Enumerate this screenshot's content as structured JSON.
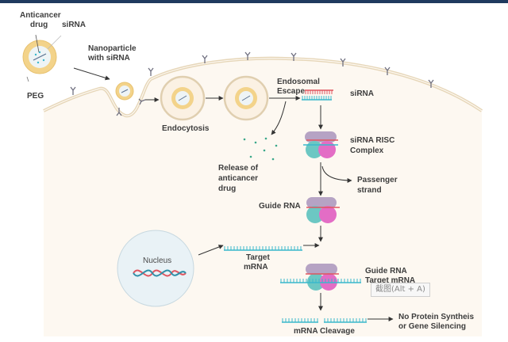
{
  "figure": {
    "title": "siRNA nanoparticle delivery and RNA interference mechanism",
    "colors": {
      "cytoplasm": "#fdf8f1",
      "membrane": "#e6d6b8",
      "lipid_shell": "#f3d38a",
      "sense_strand": "#e0555f",
      "antisense_strand": "#3ab8cc",
      "risc_top": "#b6a3c4",
      "risc_left": "#6cc7c3",
      "risc_right": "#e36dc5",
      "nucleus_fill": "#e9f2f6",
      "text": "#3d3d3d",
      "top_bar": "#1f3a5f"
    }
  },
  "labels": {
    "anticancer_drug": [
      "Anticancer",
      "drug"
    ],
    "sirna_top": "siRNA",
    "peg": "PEG",
    "nanoparticle": [
      "Nanoparticle",
      "with siRNA"
    ],
    "endocytosis": "Endocytosis",
    "endosomal_escape": [
      "Endosomal",
      "Escape"
    ],
    "sirna_free": "siRNA",
    "release_drug": [
      "Release of",
      "anticancer",
      "drug"
    ],
    "risc_complex": [
      "siRNA RISC",
      "Complex"
    ],
    "passenger_strand": [
      "Passenger",
      "strand"
    ],
    "guide_rna": "Guide RNA",
    "nucleus": "Nucleus",
    "target_mrna": [
      "Target",
      "mRNA"
    ],
    "guide_target": [
      "Guide RNA",
      "Target mRNA"
    ],
    "mrna_cleavage": "mRNA Cleavage",
    "outcome": [
      "No Protein Syntheis",
      "or Gene Silencing"
    ]
  },
  "tooltip": {
    "text": "截图(Alt + A)"
  }
}
